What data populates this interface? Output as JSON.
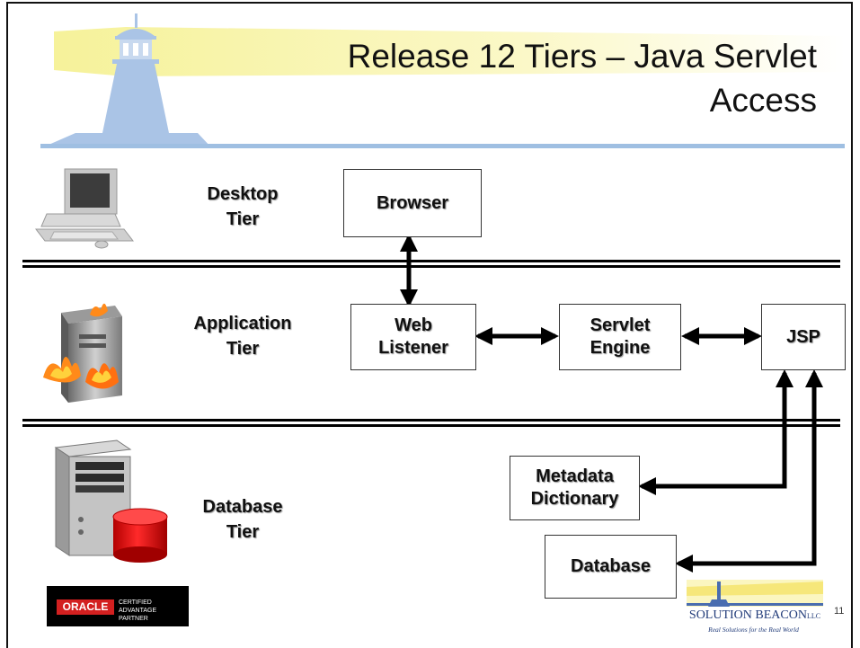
{
  "title": {
    "line1": "Release 12 Tiers – Java Servlet",
    "line2": "Access"
  },
  "tiers": {
    "desktop": {
      "line1": "Desktop",
      "line2": "Tier"
    },
    "application": {
      "line1": "Application",
      "line2": "Tier"
    },
    "database": {
      "line1": "Database",
      "line2": "Tier"
    }
  },
  "nodes": {
    "browser": {
      "label": "Browser"
    },
    "web_listener": {
      "line1": "Web",
      "line2": "Listener"
    },
    "servlet_engine": {
      "line1": "Servlet",
      "line2": "Engine"
    },
    "jsp": {
      "label": "JSP"
    },
    "metadata_dictionary": {
      "line1": "Metadata",
      "line2": "Dictionary"
    },
    "database": {
      "label": "Database"
    }
  },
  "footer": {
    "oracle": {
      "brand": "ORACLE",
      "line1": "CERTIFIED ADVANTAGE",
      "line2": "PARTNER"
    },
    "logo": {
      "name": "SOLUTION BEACON",
      "suffix": "LLC",
      "tagline": "Real Solutions for the Real World"
    },
    "page_number": "11"
  },
  "icons": [
    "lighthouse-icon",
    "desktop-computer-icon",
    "burning-server-icon",
    "database-server-icon",
    "beacon-logo-icon"
  ],
  "colors": {
    "banner_yellow": "#f8f4a8",
    "lighthouse_blue": "#aac4e6",
    "rule_blue": "#9fbfe2",
    "oracle_red": "#d32020",
    "db_red": "#d81818",
    "logo_blue": "#223c7a"
  }
}
